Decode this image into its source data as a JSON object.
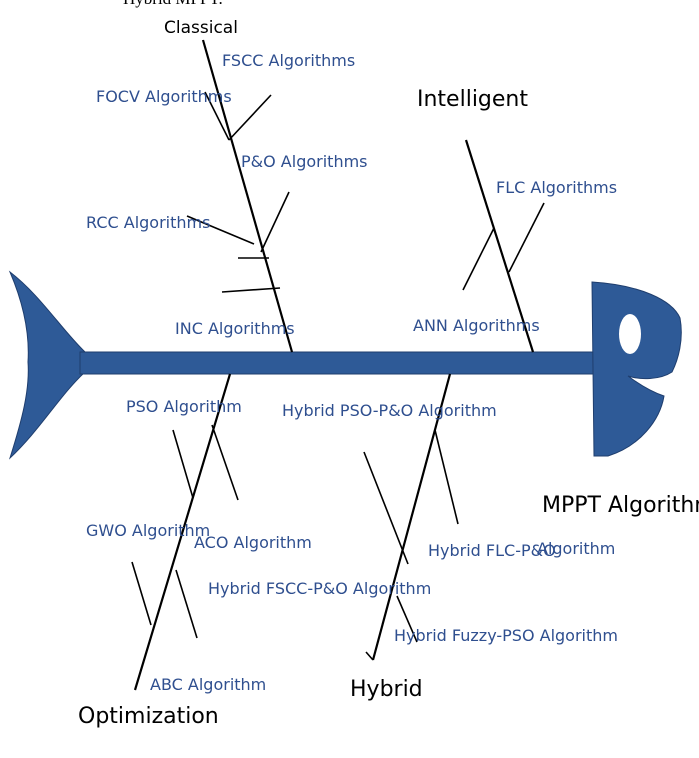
{
  "top_text": "Hybrid MPPT.",
  "categories": {
    "classical": "Classical",
    "intelligent": "Intelligent",
    "optimization": "Optimization",
    "hybrid": "Hybrid"
  },
  "head_label": "MPPT Algorithms",
  "causes": {
    "fscc": "FSCC Algorithms",
    "focv": "FOCV Algorithms",
    "po": "P&O Algorithms",
    "rcc": "RCC Algorithms",
    "inc": "INC Algorithms",
    "flc": "FLC Algorithms",
    "ann": "ANN Algorithms",
    "pso": "PSO Algorithm",
    "gwo": "GWO Algorithm",
    "aco": "ACO Algorithm",
    "abc": "ABC Algorithm",
    "hybrid_fscc_po": "Hybrid FSCC-P&O Algorithm",
    "hybrid_pso_po": "Hybrid PSO-P&O Algorithm",
    "hybrid_flc_po": "Hybrid FLC-P&O",
    "hybrid_flc_po_suffix": "Algorithm",
    "hybrid_fuzzy_pso": "Hybrid Fuzzy-PSO Algorithm"
  },
  "colors": {
    "fish_body": "#2e5a97",
    "label_text": "#2f4f8f",
    "bone_line": "#000000"
  }
}
